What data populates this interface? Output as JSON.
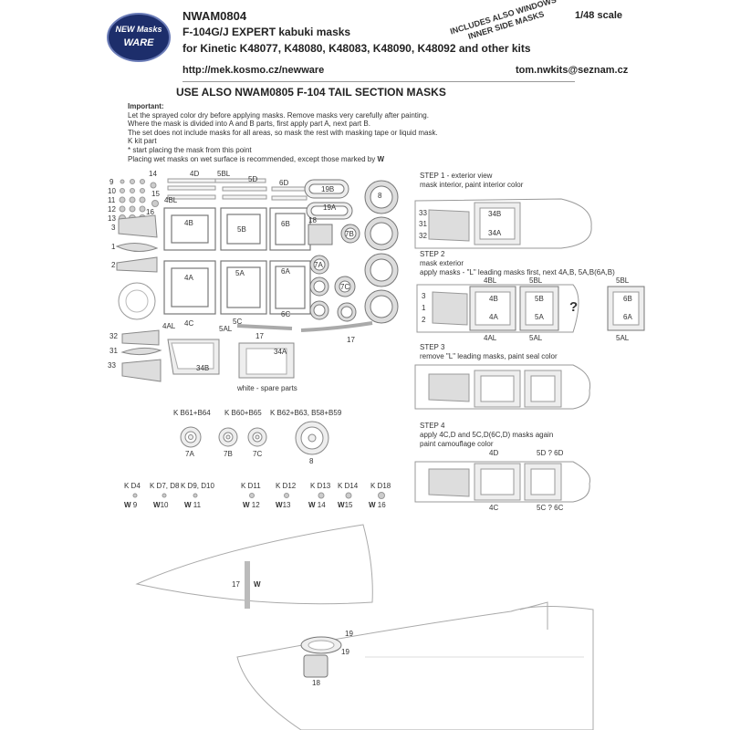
{
  "header": {
    "logo_text": "NEW Masks WARE",
    "code": "NWAM0804",
    "scale": "1/48 scale",
    "ribbon_line1": "INCLUDES ALSO WINDOWS",
    "ribbon_line2": "INNER SIDE MASKS",
    "title": "F-104G/J EXPERT kabuki masks",
    "kits": "for Kinetic K48077, K48080, K48083, K48090, K48092 and other kits",
    "url": "http://mek.kosmo.cz/newware",
    "email": "tom.nwkits@seznam.cz",
    "also_use": "USE ALSO NWAM0805 F-104 TAIL SECTION MASKS"
  },
  "notes": {
    "heading": "Important:",
    "lines": [
      "Let the sprayed color dry before applying masks. Remove masks very carefully after painting.",
      "Where the mask is divided into A and B parts, first apply part A, next part B.",
      "The set does not include masks for all areas, so mask the rest with masking tape or liquid mask.",
      "K kit part",
      "*  start placing the mask from this point",
      "Placing wet masks on wet surface is recommended, except those marked by"
    ],
    "wet_mark": "W"
  },
  "sheet": {
    "labels": [
      "14",
      "4D",
      "5BL",
      "5D",
      "6D",
      "9",
      "10",
      "11",
      "12",
      "13",
      "15",
      "16",
      "19B",
      "19A",
      "8",
      "4BL",
      "4B",
      "5B",
      "6B",
      "18",
      "7B",
      "3",
      "1",
      "2",
      "4A",
      "5A",
      "6A",
      "7A",
      "7C",
      "4AL",
      "4C",
      "5AL",
      "5C",
      "6C",
      "17",
      "17",
      "32",
      "31",
      "33",
      "34B",
      "34A"
    ],
    "spare_note": "white - spare parts"
  },
  "wheels": {
    "labels": [
      "K B61+B64",
      "K B60+B65",
      "K B62+B63, B58+B59"
    ],
    "parts": [
      "7A",
      "7B",
      "7C",
      "8"
    ]
  },
  "kit_parts": [
    {
      "kit": "K D4",
      "mask": "9"
    },
    {
      "kit": "K D7, D8",
      "mask": "10"
    },
    {
      "kit": "K D9, D10",
      "mask": "11"
    },
    {
      "kit": "K D11",
      "mask": "12"
    },
    {
      "kit": "K D12",
      "mask": "13"
    },
    {
      "kit": "K D13",
      "mask": "14"
    },
    {
      "kit": "K D14",
      "mask": "15"
    },
    {
      "kit": "K D18",
      "mask": "16"
    }
  ],
  "steps": [
    {
      "title": "STEP 1 - exterior view",
      "lines": [
        "mask interior, paint interior color"
      ]
    },
    {
      "title": "STEP 2",
      "lines": [
        "mask exterior",
        "apply masks - \"L\" leading masks first, next 4A,B, 5A,B(6A,B)"
      ]
    },
    {
      "title": "STEP 3",
      "lines": [
        "remove \"L\" leading masks, paint seal color"
      ]
    },
    {
      "title": "STEP 4",
      "lines": [
        "apply 4C,D and 5C,D(6C,D) masks again",
        "paint camouflage color"
      ]
    }
  ],
  "step_labels": {
    "s1": [
      "33",
      "31",
      "32",
      "34B",
      "34A"
    ],
    "s2": [
      "4BL",
      "5BL",
      "5BL",
      "3",
      "1",
      "2",
      "4B",
      "4A",
      "5B",
      "5A",
      "?",
      "6B",
      "6A",
      "4AL",
      "5AL",
      "5AL"
    ],
    "s4": [
      "4D",
      "5D ? 6D",
      "4C",
      "5C ? 6C"
    ]
  },
  "profiles": {
    "nose_labels": [
      "17",
      "W"
    ],
    "fuselage_labels": [
      "19",
      "19",
      "18"
    ]
  }
}
